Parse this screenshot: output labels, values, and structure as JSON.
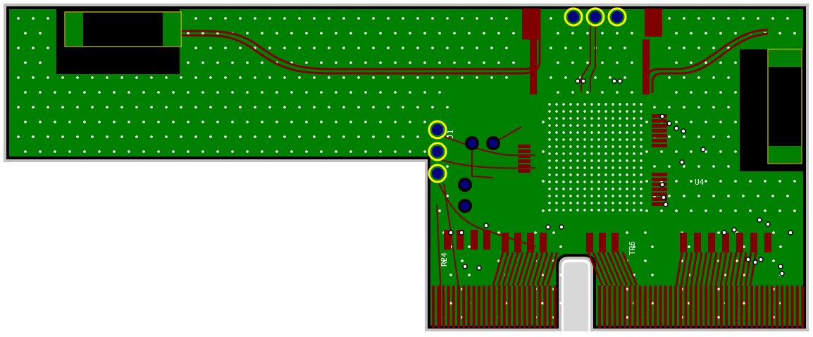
{
  "pcb": {
    "refdes": {
      "j1": "J1",
      "u4": "U4",
      "tp6": "TP6",
      "r24": "R24"
    },
    "colors": {
      "board_outline": "#c0c0c0",
      "board_edge": "#000000",
      "copper_pour": "#008000",
      "traces": "#800000",
      "vias": "#ffffff",
      "through_hole_pads": "#000080",
      "pad_highlight": "#ffff00",
      "silkscreen": "#ffffff"
    }
  }
}
